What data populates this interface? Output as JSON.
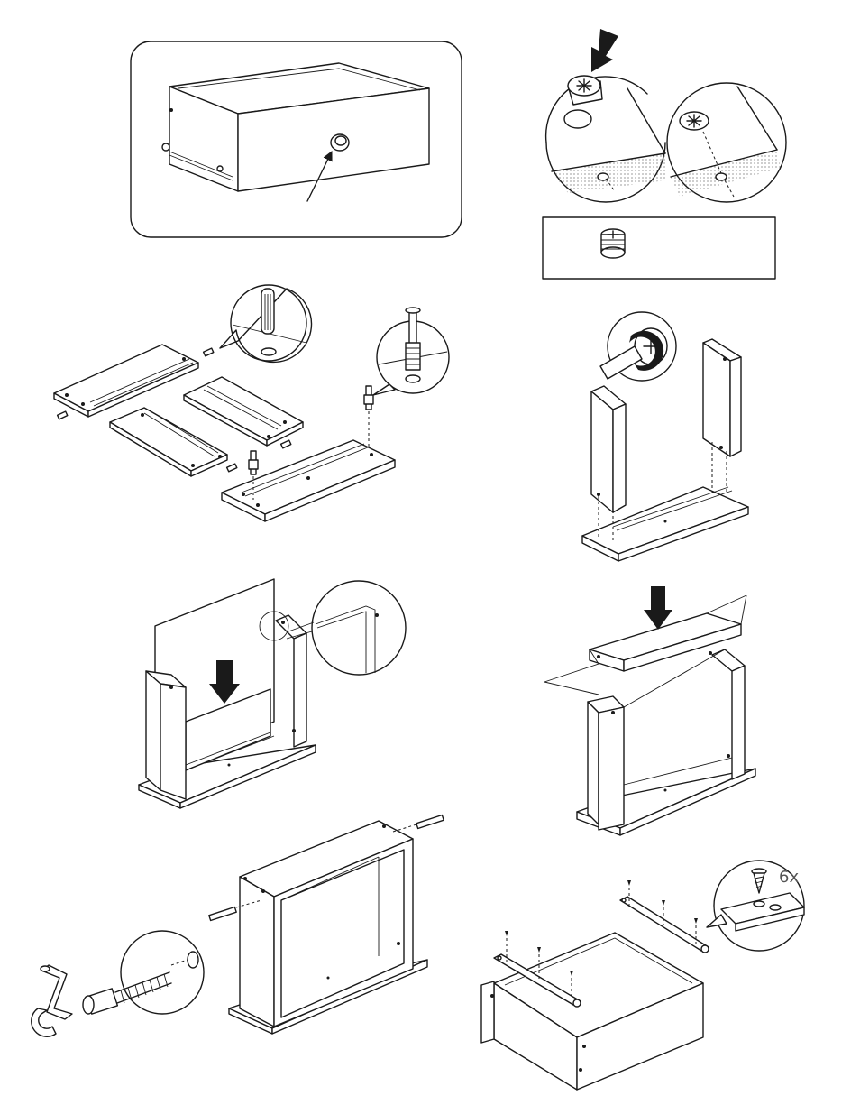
{
  "title": "",
  "steps": [
    {
      "id": "step-drawer-knob",
      "icon": "drawer-with-knob"
    },
    {
      "id": "step-cam-lock",
      "icon": "cam-lock-insert"
    },
    {
      "id": "step-dowels-cams",
      "icon": "dowel-and-cam-bolt"
    },
    {
      "id": "step-side-panels",
      "icon": "screwdriver-turn"
    },
    {
      "id": "step-back-panel",
      "icon": "back-panel-slide"
    },
    {
      "id": "step-top-panel",
      "icon": "top-panel-place"
    },
    {
      "id": "step-confirmat-screws",
      "icon": "allen-key-screw"
    },
    {
      "id": "step-drawer-slides",
      "icon": "slide-screws"
    }
  ],
  "screw_callout": {
    "count": "6x"
  },
  "colors": {
    "line": "#1a1a1a",
    "shade": "#d8d8d8",
    "background": "#ffffff"
  }
}
